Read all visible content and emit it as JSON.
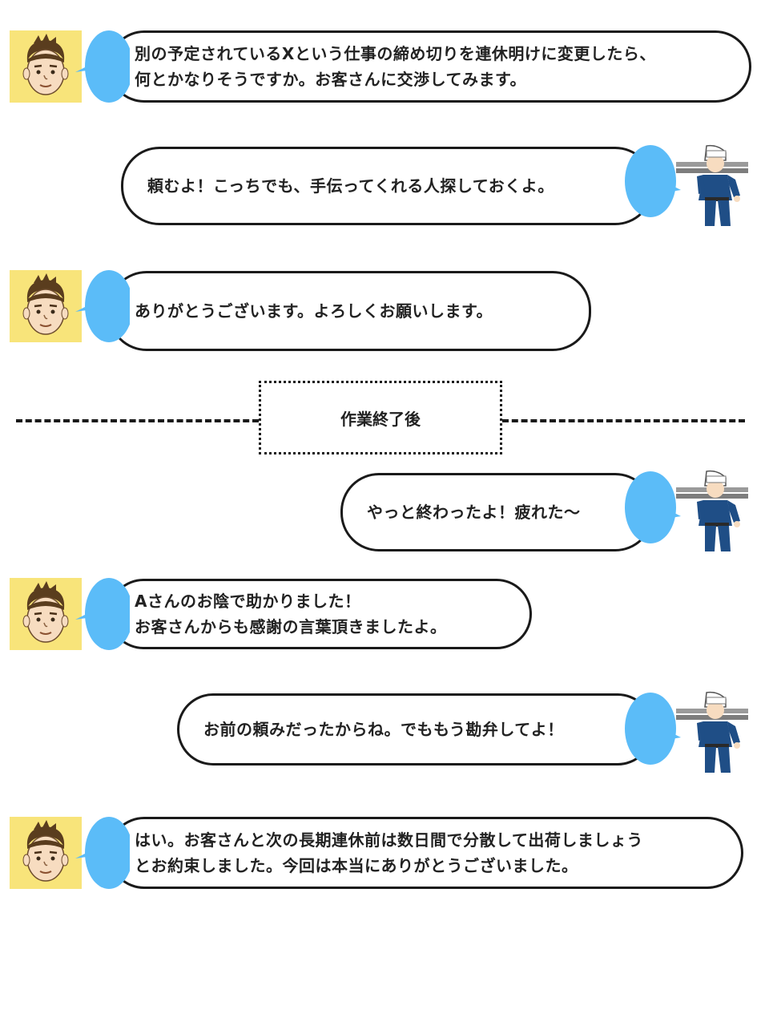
{
  "messages": [
    {
      "speaker": "office",
      "text": "別の予定されているXという仕事の締め切りを連休明けに変更したら、\n何とかなりそうですか。お客さんに交渉してみます。"
    },
    {
      "speaker": "worker",
      "text": "頼むよ！こっちでも、手伝ってくれる人探しておくよ。"
    },
    {
      "speaker": "office",
      "text": "ありがとうございます。よろしくお願いします。"
    },
    {
      "speaker": "worker",
      "text": "やっと終わったよ！疲れた〜"
    },
    {
      "speaker": "office",
      "text": "Aさんのお陰で助かりました！\nお客さんからも感謝の言葉頂きましたよ。"
    },
    {
      "speaker": "worker",
      "text": "お前の頼みだったからね。でももう勘弁してよ！"
    },
    {
      "speaker": "office",
      "text": "はい。お客さんと次の長期連休前は数日間で分散して出荷しましょう\nとお約束しました。今回は本当にありがとうございました。"
    }
  ],
  "divider": {
    "label": "作業終了後"
  },
  "colors": {
    "tail": "#5bbcf8",
    "avatar_bg": "#f8e47a",
    "outline": "#1a1a1a"
  },
  "icons": {
    "office": "man-face-icon",
    "worker": "construction-worker-icon"
  }
}
